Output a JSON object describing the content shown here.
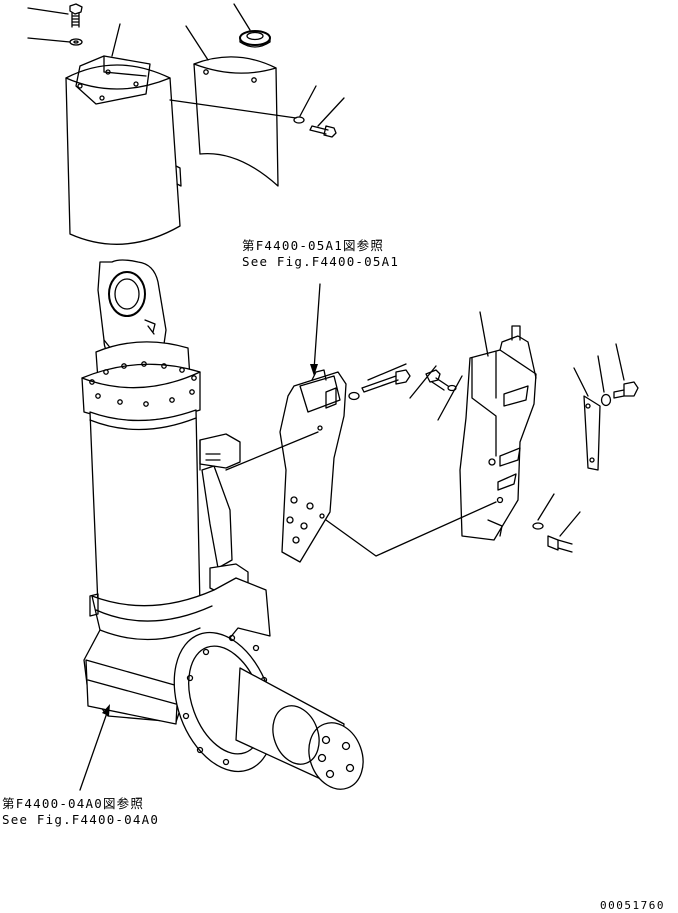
{
  "references": [
    {
      "jp": "第F4400-05A1図参照",
      "en": "See Fig.F4400-05A1"
    },
    {
      "jp": "第F4400-04A0図参照",
      "en": "See Fig.F4400-04A0"
    }
  ],
  "drawing_number": "00051760"
}
